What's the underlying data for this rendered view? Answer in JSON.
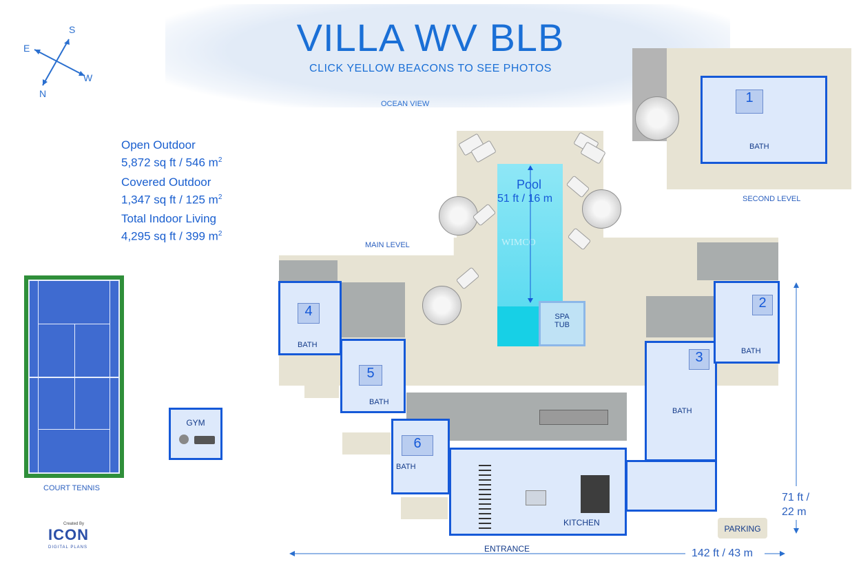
{
  "title": "VILLA WV BLB",
  "subtitle": "CLICK YELLOW BEACONS TO SEE PHOTOS",
  "ocean_view": "OCEAN VIEW",
  "compass": {
    "s": "S",
    "e": "E",
    "w": "W",
    "n": "N"
  },
  "stats": [
    {
      "label": "Open Outdoor",
      "value": "5,872 sq ft / 546 m",
      "exp": "2"
    },
    {
      "label": "Covered Outdoor",
      "value": "1,347 sq ft / 125 m",
      "exp": "2"
    },
    {
      "label": "Total Indoor Living",
      "value": "4,295 sq ft / 399 m",
      "exp": "2"
    }
  ],
  "levels": {
    "main": "MAIN LEVEL",
    "second": "SECOND LEVEL"
  },
  "pool": {
    "label": "Pool",
    "size": "51 ft / 16 m",
    "spa": "SPA",
    "tub": "TUB",
    "watermark": "WIMCO"
  },
  "rooms": {
    "bath": "BATH",
    "kitchen": "KITCHEN",
    "gym": "GYM",
    "entrance": "ENTRANCE",
    "parking": "PARKING"
  },
  "bedrooms": [
    "1",
    "2",
    "3",
    "4",
    "5",
    "6"
  ],
  "tennis": "COURT TENNIS",
  "dimensions": {
    "width": "142 ft / 43 m",
    "depth_ft": "71 ft /",
    "depth_m": "22 m"
  },
  "credit": {
    "created_by": "Created By",
    "brand": "ICON",
    "sub": "DIGITAL PLANS"
  },
  "colors": {
    "accent": "#1a6fd6",
    "wall": "#1559d8",
    "pool": "#35d6ee",
    "court": "#3f6bd0",
    "court_border": "#2f8f3a"
  }
}
